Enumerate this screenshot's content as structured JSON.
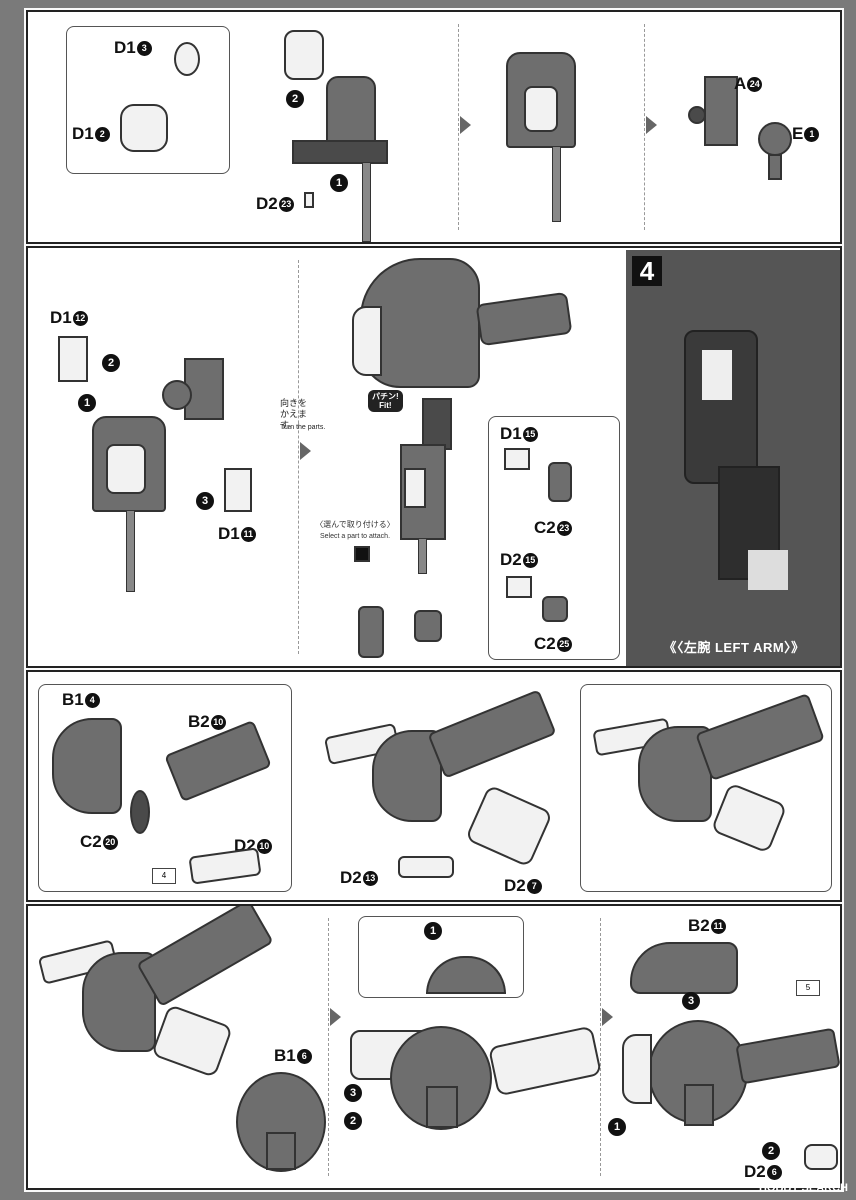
{
  "row1": {
    "labels": {
      "d1_3": {
        "part": "D1",
        "num": "3"
      },
      "d1_2": {
        "part": "D1",
        "num": "2"
      },
      "d2_23": {
        "part": "D2",
        "num": "23"
      },
      "a_24": {
        "part": "A",
        "num": "24"
      },
      "e_1": {
        "part": "E",
        "num": "1"
      }
    },
    "steps": [
      "1",
      "2"
    ]
  },
  "row2": {
    "labels": {
      "d1_12": {
        "part": "D1",
        "num": "12"
      },
      "d1_11": {
        "part": "D1",
        "num": "11"
      },
      "d1_15": {
        "part": "D1",
        "num": "15"
      },
      "c2_23": {
        "part": "C2",
        "num": "23"
      },
      "d2_15": {
        "part": "D2",
        "num": "15"
      },
      "c2_25": {
        "part": "C2",
        "num": "25"
      }
    },
    "steps": [
      "1",
      "2",
      "3"
    ],
    "turn_note_jp": "向きを\nかえます。",
    "turn_note_en": "Turn the parts.",
    "fit_bubble_jp": "パチン!",
    "fit_bubble_en": "Fit!",
    "select_note_jp": "〈選んで取り付ける〉",
    "select_note_en": "Select a part to attach.",
    "photo_number": "4",
    "photo_caption": "《〈左腕 LEFT ARM〉》"
  },
  "row3": {
    "labels": {
      "b1_4": {
        "part": "B1",
        "num": "4"
      },
      "b2_10": {
        "part": "B2",
        "num": "10"
      },
      "c2_20": {
        "part": "C2",
        "num": "20"
      },
      "d2_10": {
        "part": "D2",
        "num": "10"
      },
      "d2_13": {
        "part": "D2",
        "num": "13"
      },
      "d2_7": {
        "part": "D2",
        "num": "7"
      }
    },
    "marker_ref": "4"
  },
  "row4": {
    "labels": {
      "b1_6": {
        "part": "B1",
        "num": "6"
      },
      "b2_11": {
        "part": "B2",
        "num": "11"
      },
      "d2_6": {
        "part": "D2",
        "num": "6"
      }
    },
    "steps": [
      "1",
      "2",
      "3"
    ],
    "marker_ref": "5"
  },
  "watermark": "HOBBY SEARCH",
  "colors": {
    "part_gray": "#6e6e6e",
    "outline": "#333333",
    "bg": "#7a7a7a"
  }
}
